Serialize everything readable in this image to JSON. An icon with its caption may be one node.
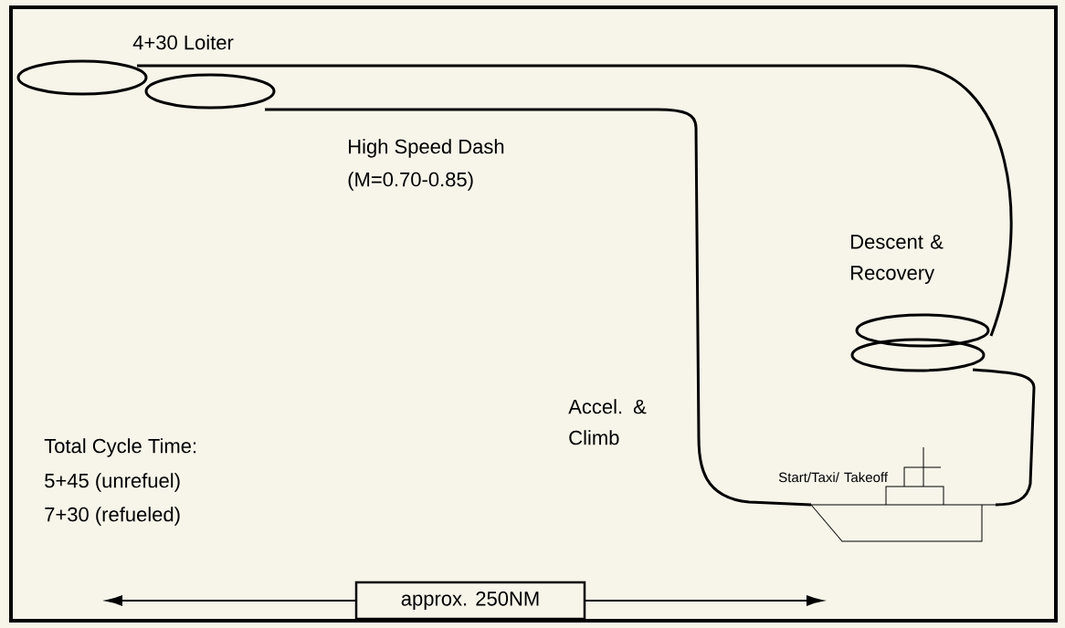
{
  "diagram": {
    "nodes": [
      {
        "text": [
          "approx. 250NM"
        ]
      }
    ],
    "edges": [],
    "labels": [
      "4+30 Loiter",
      "High Speed Dash",
      "(M=0.70-0.85)",
      "Descent & Recovery",
      "Accel. & Climb",
      "Start/Taxi/ Takeoff",
      "Total Cycle Time:",
      "5+45 (unrefuel)",
      "7+30 (refueled)"
    ]
  }
}
